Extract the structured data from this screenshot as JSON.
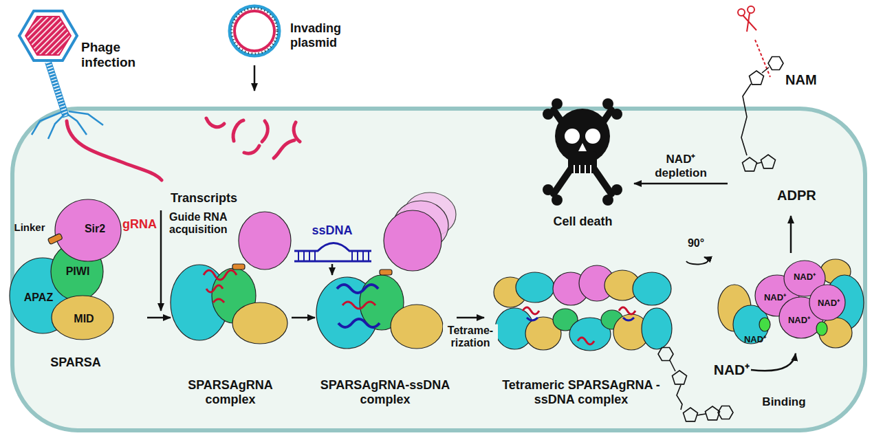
{
  "diagram": {
    "nodes": [
      {
        "text": [
          "Phage infection"
        ]
      },
      {
        "text": [
          "Invading plasmid"
        ]
      },
      {
        "text": [
          "Transcripts"
        ]
      },
      {
        "text": [
          "SPARSA"
        ]
      },
      {
        "text": [
          "SPARSAgRNA complex"
        ]
      },
      {
        "text": [
          "SPARSAgRNA-ssDNA complex"
        ]
      },
      {
        "text": [
          "Tetrameric SPARSAgRNA -ssDNA complex"
        ]
      },
      {
        "text": [
          "NAM",
          "ADPR"
        ]
      },
      {
        "text": [
          "Cell death"
        ]
      }
    ],
    "edges": [
      {
        "from": 1,
        "to": 2,
        "arrow": "to"
      },
      {
        "from": 3,
        "to": 4,
        "arrow": "to"
      },
      {
        "from": 4,
        "to": 5,
        "arrow": "to"
      },
      {
        "from": 5,
        "to": 6,
        "arrow": "to",
        "label": "Tetrame- rization"
      },
      {
        "from": 7,
        "to": 8,
        "arrow": "to",
        "label": "NAD⁺ depletion"
      }
    ],
    "labels": [
      "gRNA",
      "Guide RNA acquisition",
      "ssDNA",
      "Linker",
      "Sir2",
      "PIWI",
      "APAZ",
      "MID",
      "90°",
      "NAD⁺",
      "NAD⁺",
      "NAD⁺",
      "NAD⁺",
      "NAD⁺",
      "NAD⁺",
      "Binding"
    ]
  }
}
